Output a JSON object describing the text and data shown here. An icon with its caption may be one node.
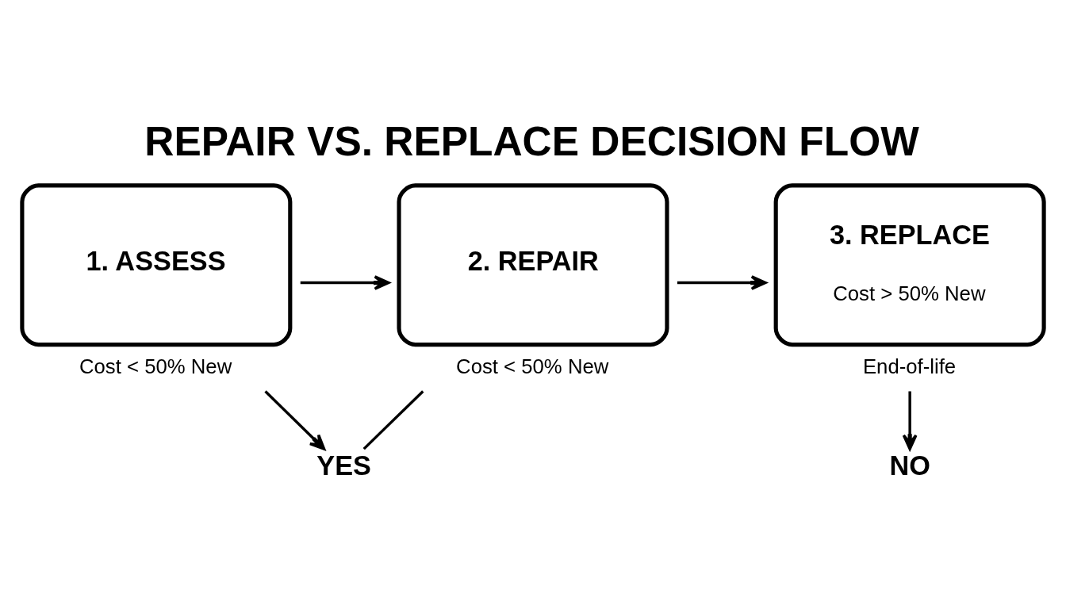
{
  "diagram": {
    "title": "REPAIR VS. REPLACE DECISION FLOW",
    "nodes": [
      {
        "text": [
          "1. ASSESS"
        ],
        "beside": [
          "Cost < 50% New"
        ]
      },
      {
        "text": [
          "2. REPAIR"
        ],
        "beside": [
          "Cost < 50% New"
        ]
      },
      {
        "text": [
          "3. REPLACE",
          "Cost > 50% New"
        ],
        "beside": [
          "End-of-life"
        ]
      },
      {
        "text": [
          "YES"
        ]
      },
      {
        "text": [
          "NO"
        ]
      }
    ],
    "edges": [
      {
        "from": 0,
        "to": 1,
        "arrow": "to"
      },
      {
        "from": 1,
        "to": 2,
        "arrow": "to"
      },
      {
        "from": 0,
        "to": 3,
        "arrow": "to"
      },
      {
        "from": 1,
        "to": 3,
        "arrow": "none"
      },
      {
        "from": 2,
        "to": 4,
        "arrow": "to"
      }
    ]
  }
}
